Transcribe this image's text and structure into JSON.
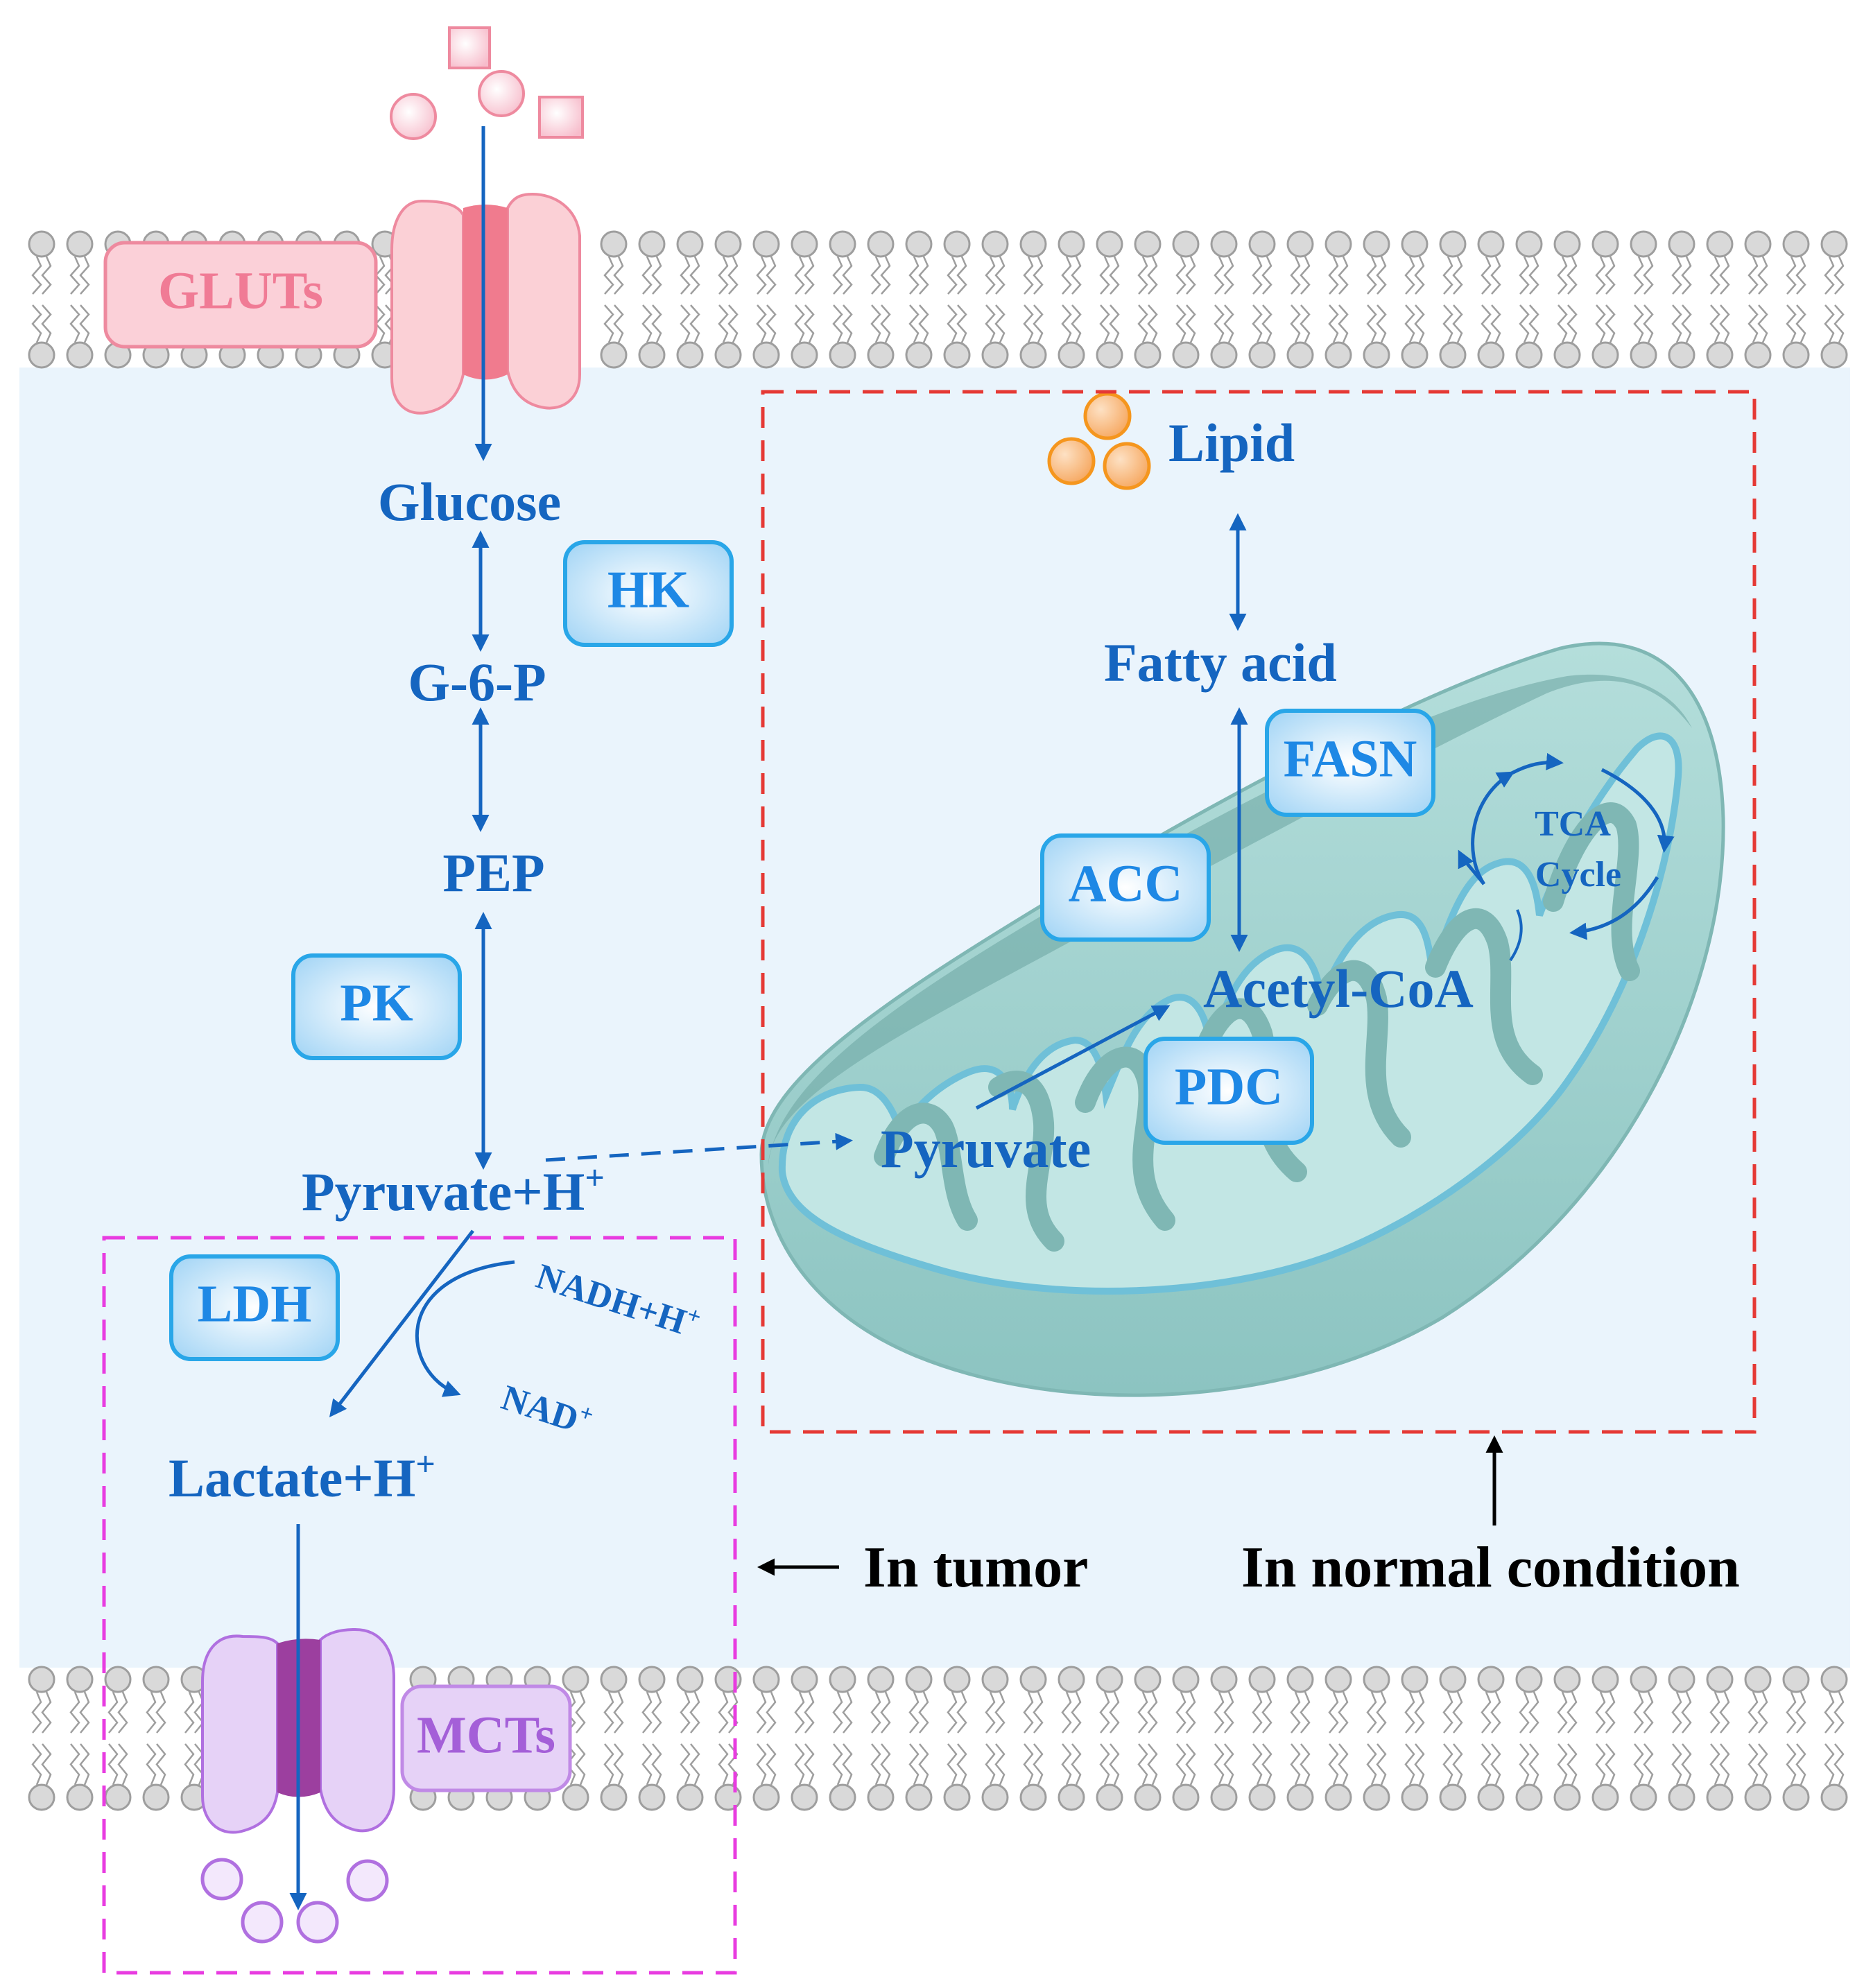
{
  "metabolites": {
    "glucose": "Glucose",
    "g6p": "G-6-P",
    "pep": "PEP",
    "pyruvate_h": "Pyruvate+H",
    "lactate_h": "Lactate+H",
    "superscript_plus": "+",
    "lipid": "Lipid",
    "fatty_acid": "Fatty acid",
    "acetyl_coa": "Acetyl-CoA",
    "pyruvate_mito": "Pyruvate"
  },
  "cofactors": {
    "nadh_h": "NADH+H",
    "nad": "NAD",
    "superscript_plus": "+"
  },
  "tca": {
    "line1": "TCA",
    "line2": "Cycle"
  },
  "enzymes": {
    "hk": "HK",
    "pk": "PK",
    "ldh": "LDH",
    "acc": "ACC",
    "fasn": "FASN",
    "pdc": "PDC"
  },
  "transporters": {
    "gluts": "GLUTs",
    "mcts": "MCTs"
  },
  "conditions": {
    "tumor": "In tumor",
    "normal": "In normal condition"
  },
  "colors": {
    "pathway_blue": "#1565c0",
    "enzyme_blue": "#1e88e5",
    "cytoplasm": "#eaf4fc",
    "glut_pink": "#f48fa8",
    "mct_purple": "#b070e0",
    "tumor_box": "#e83ce0",
    "normal_box": "#e53935",
    "mitochondrion": "#9ecfcc",
    "lipid_orange": "#f5961e"
  }
}
